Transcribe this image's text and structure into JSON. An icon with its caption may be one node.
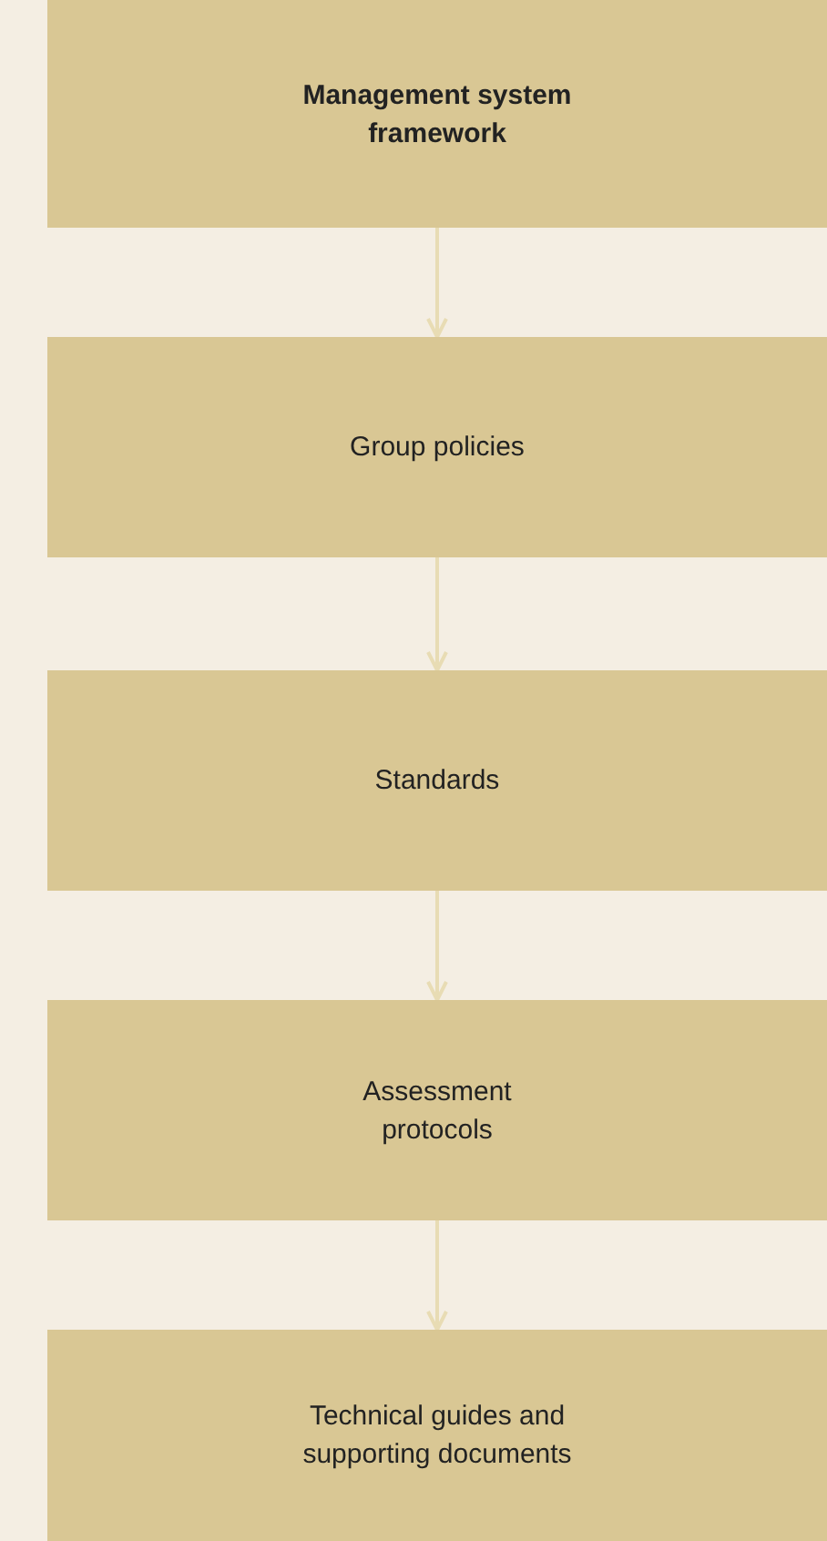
{
  "diagram": {
    "nodes": [
      {
        "text": [
          "Management system framework"
        ]
      },
      {
        "text": [
          "Group policies"
        ]
      },
      {
        "text": [
          "Standards"
        ]
      },
      {
        "text": [
          "Assessment protocols"
        ]
      },
      {
        "text": [
          "Technical guides and supporting documents"
        ]
      }
    ],
    "edges": [
      {
        "from": 0,
        "to": 1,
        "arrow": "to"
      },
      {
        "from": 1,
        "to": 2,
        "arrow": "to"
      },
      {
        "from": 2,
        "to": 3,
        "arrow": "to"
      },
      {
        "from": 3,
        "to": 4,
        "arrow": "to"
      }
    ]
  }
}
